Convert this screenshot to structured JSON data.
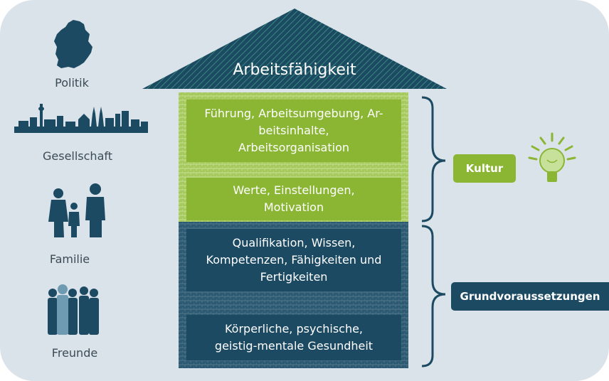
{
  "roof": {
    "label": "Arbeitsfähigkeit"
  },
  "left": {
    "politik": "Politik",
    "gesellschaft": "Gesellschaft",
    "familie": "Familie",
    "freunde": "Freunde"
  },
  "floors": {
    "fuehrung": [
      "Führung, Arbeitsumgebung, Ar-",
      "beitsinhalte,",
      "Arbeitsorganisation"
    ],
    "werte": [
      "Werte, Einstellungen,",
      "Motivation"
    ],
    "qualifikation": [
      "Qualifikation, Wissen,",
      "Kompetenzen, Fähigkeiten und",
      "Fertigkeiten"
    ],
    "gesundheit": [
      "Körperliche, psychische,",
      "geistig-mentale Gesundheit"
    ]
  },
  "groups": {
    "kultur": "Kultur",
    "grundvoraussetzungen": "Grundvoraussetzungen"
  },
  "colors": {
    "background": "#dbe3ea",
    "navy": "#1c4a63",
    "green": "#8ab634",
    "text": "#3b4b55"
  },
  "icons": [
    "germany-map-icon",
    "city-skyline-icon",
    "family-icon",
    "friends-group-icon",
    "lightbulb-icon"
  ]
}
